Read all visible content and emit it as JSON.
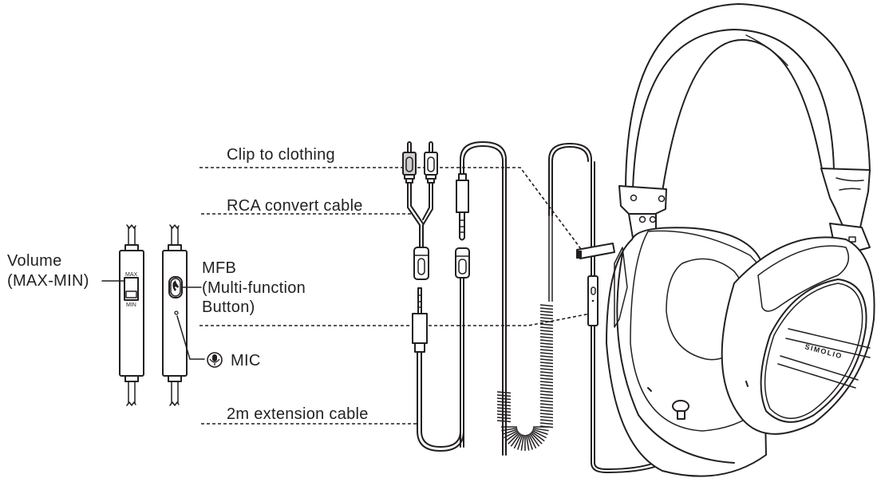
{
  "diagram": {
    "title": "Headphone cable and accessories diagram",
    "labels": {
      "clip": "Clip to clothing",
      "rca": "RCA convert cable",
      "extension": "2m extension cable",
      "volume_line1": "Volume",
      "volume_line2": "(MAX-MIN)",
      "mfb_line1": "MFB",
      "mfb_line2": "(Multi-function",
      "mfb_line3": "Button)",
      "mic": "MIC"
    },
    "remote": {
      "max_label": "MAX",
      "min_label": "MIN"
    },
    "brand": "SIMOLIO",
    "icons": {
      "mfb": "phone-handset-icon",
      "mic": "microphone-icon"
    },
    "colors": {
      "line": "#231f20",
      "background": "#ffffff",
      "rca_shade": "#cfcfcf"
    }
  }
}
